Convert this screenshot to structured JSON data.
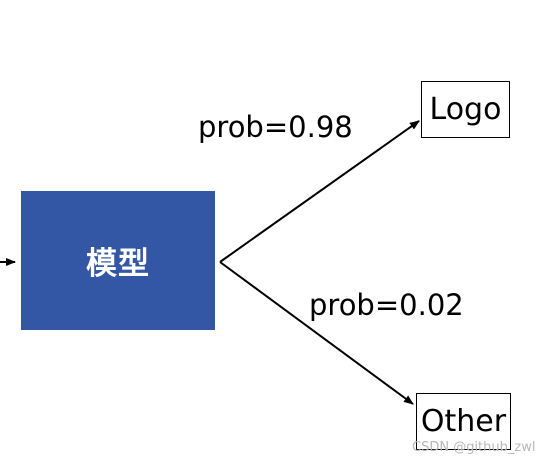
{
  "model": {
    "label": "模型",
    "color": "#3357a4"
  },
  "branches": [
    {
      "probability_label": "prob=0.98",
      "target": "Logo"
    },
    {
      "probability_label": "prob=0.02",
      "target": "Other"
    }
  ],
  "watermark": "CSDN @github_zwl"
}
